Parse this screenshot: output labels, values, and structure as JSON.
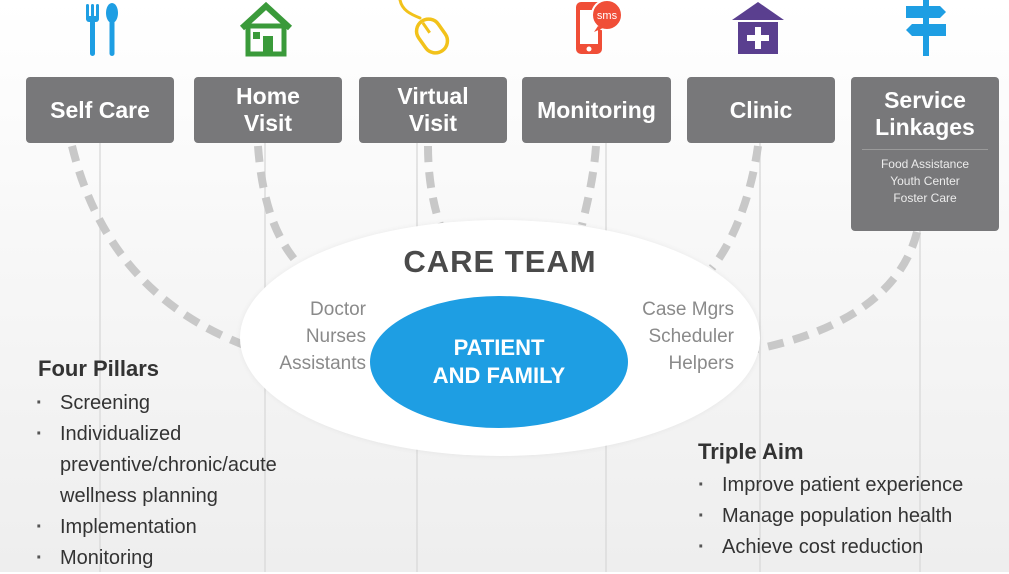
{
  "channels": [
    {
      "label": "Self Care",
      "icon": "fork-spoon-icon"
    },
    {
      "label": "Home\nVisit",
      "icon": "house-icon"
    },
    {
      "label": "Virtual\nVisit",
      "icon": "computer-mouse-icon"
    },
    {
      "label": "Monitoring",
      "icon": "sms-phone-icon"
    },
    {
      "label": "Clinic",
      "icon": "clinic-cross-icon"
    },
    {
      "label": "Service\nLinkages",
      "icon": "signpost-icon",
      "sub_items": [
        "Food Assistance",
        "Youth Center",
        "Foster Care"
      ]
    }
  ],
  "icons": {
    "sms_label": "sms"
  },
  "colors": {
    "box": "#78787a",
    "patient": "#1e9ee3",
    "utensils": "#1e9ee3",
    "house": "#3a9a3a",
    "mouse": "#f2c21a",
    "phone": "#f04e37",
    "clinic": "#5a3f8f",
    "signpost": "#1e9ee3"
  },
  "care_team": {
    "title": "CARE TEAM",
    "left_roles": [
      "Doctor",
      "Nurses",
      "Assistants"
    ],
    "right_roles": [
      "Case Mgrs",
      "Scheduler",
      "Helpers"
    ],
    "center_line1": "PATIENT",
    "center_line2": "AND FAMILY"
  },
  "four_pillars": {
    "title": "Four Pillars",
    "items": [
      "Screening",
      "Individualized\npreventive/chronic/acute\nwellness planning",
      "Implementation",
      "Monitoring"
    ]
  },
  "triple_aim": {
    "title": "Triple Aim",
    "items": [
      "Improve patient experience",
      "Manage population health",
      "Achieve cost reduction"
    ]
  }
}
